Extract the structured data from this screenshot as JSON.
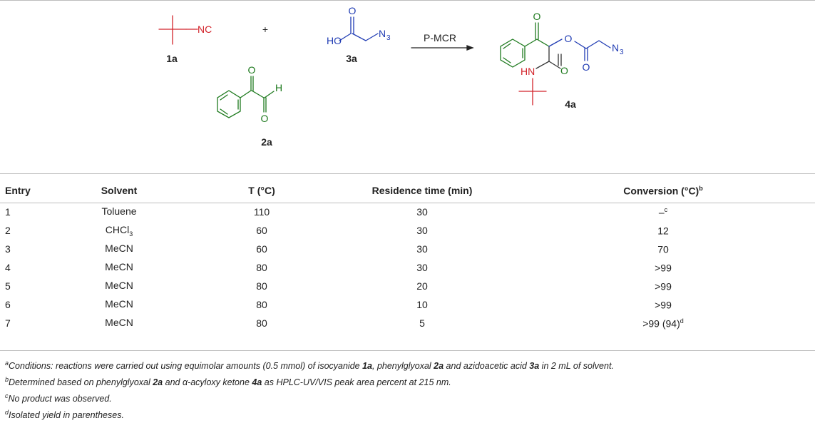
{
  "scheme": {
    "reagents": [
      {
        "label": "1a",
        "group": "NC",
        "color": "#d2232a"
      },
      {
        "label": "2a",
        "atoms": [
          "O",
          "H",
          "O"
        ],
        "color": "#1e7a1e"
      },
      {
        "label": "3a",
        "atoms": [
          "O",
          "HO",
          "N",
          "3"
        ],
        "color": "#1f3bb3"
      }
    ],
    "plus": "+",
    "arrow_label": "P-MCR",
    "product": {
      "label": "4a",
      "atoms": [
        "O",
        "O",
        "O",
        "N",
        "3",
        "HN",
        "O"
      ]
    }
  },
  "table": {
    "headers": [
      "Entry",
      "Solvent",
      "T (°C)",
      "Residence time (min)",
      "Conversion (°C)",
      "b"
    ],
    "rows": [
      {
        "entry": "1",
        "solvent": "Toluene",
        "solvent_sub": "",
        "temp": "110",
        "time": "30",
        "conv": "–",
        "conv_sup": "c"
      },
      {
        "entry": "2",
        "solvent": "CHCl",
        "solvent_sub": "3",
        "temp": "60",
        "time": "30",
        "conv": "12",
        "conv_sup": ""
      },
      {
        "entry": "3",
        "solvent": "MeCN",
        "solvent_sub": "",
        "temp": "60",
        "time": "30",
        "conv": "70",
        "conv_sup": ""
      },
      {
        "entry": "4",
        "solvent": "MeCN",
        "solvent_sub": "",
        "temp": "80",
        "time": "30",
        "conv": ">99",
        "conv_sup": ""
      },
      {
        "entry": "5",
        "solvent": "MeCN",
        "solvent_sub": "",
        "temp": "80",
        "time": "20",
        "conv": ">99",
        "conv_sup": ""
      },
      {
        "entry": "6",
        "solvent": "MeCN",
        "solvent_sub": "",
        "temp": "80",
        "time": "10",
        "conv": ">99",
        "conv_sup": ""
      },
      {
        "entry": "7",
        "solvent": "MeCN",
        "solvent_sub": "",
        "temp": "80",
        "time": "5",
        "conv": ">99 (94)",
        "conv_sup": "d"
      }
    ]
  },
  "footnotes": {
    "a": {
      "mark": "a",
      "t1": "Conditions: reactions were carried out using equimolar amounts (0.5 mmol) of isocyanide ",
      "b1": "1a",
      "t2": ", phenylglyoxal ",
      "b2": "2a",
      "t3": " and azidoacetic acid ",
      "b3": "3a",
      "t4": " in 2 mL of solvent."
    },
    "b": {
      "mark": "b",
      "t1": "Determined based on phenylglyoxal ",
      "b1": "2a",
      "t2": " and α-acyloxy ketone ",
      "b2": "4a",
      "t3": " as HPLC-UV/VIS peak area percent at 215 nm."
    },
    "c": {
      "mark": "c",
      "t1": "No product was observed."
    },
    "d": {
      "mark": "d",
      "t1": "Isolated yield in parentheses."
    }
  }
}
